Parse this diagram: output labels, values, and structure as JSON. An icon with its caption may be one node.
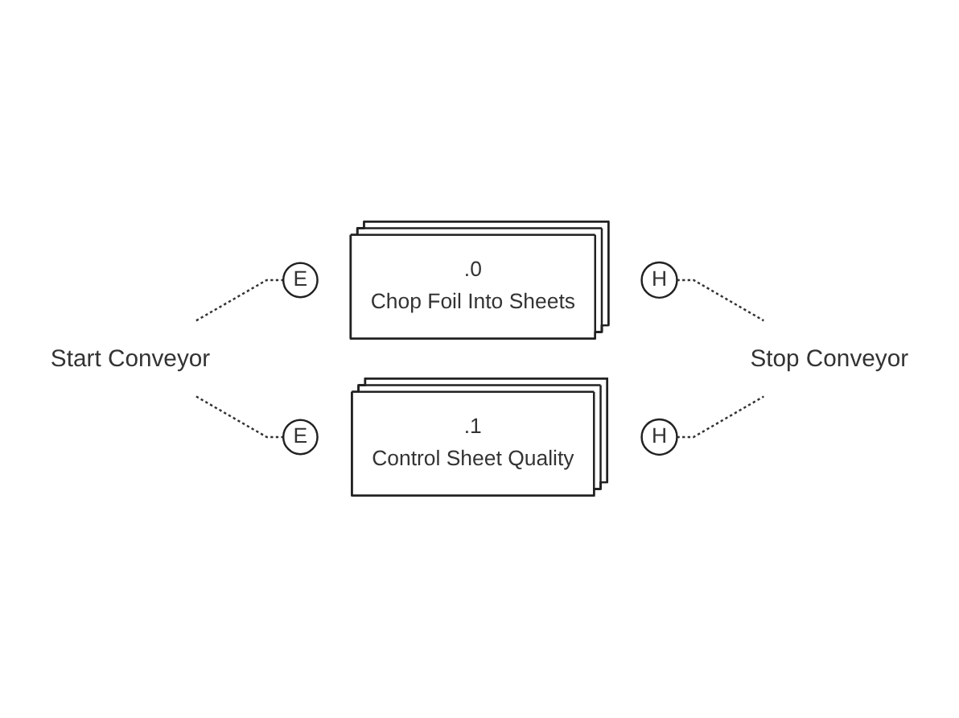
{
  "diagram": {
    "nodes": [
      {
        "text": [
          "Start Conveyor"
        ]
      },
      {
        "text": [
          "Stop Conveyor"
        ]
      },
      {
        "text": [
          ".0",
          "Chop Foil Into Sheets"
        ]
      },
      {
        "text": [
          "E"
        ]
      },
      {
        "text": [
          "H"
        ]
      },
      {
        "text": [
          ".1",
          "Control Sheet Quality"
        ]
      },
      {
        "text": [
          "E"
        ]
      },
      {
        "text": [
          "H"
        ]
      }
    ],
    "edges": [
      {
        "from": 0,
        "to": 3,
        "arrow": "none",
        "style": "dashed"
      },
      {
        "from": 0,
        "to": 6,
        "arrow": "none",
        "style": "dashed"
      },
      {
        "from": 4,
        "to": 1,
        "arrow": "none",
        "style": "dashed"
      },
      {
        "from": 7,
        "to": 1,
        "arrow": "none",
        "style": "dashed"
      }
    ]
  }
}
